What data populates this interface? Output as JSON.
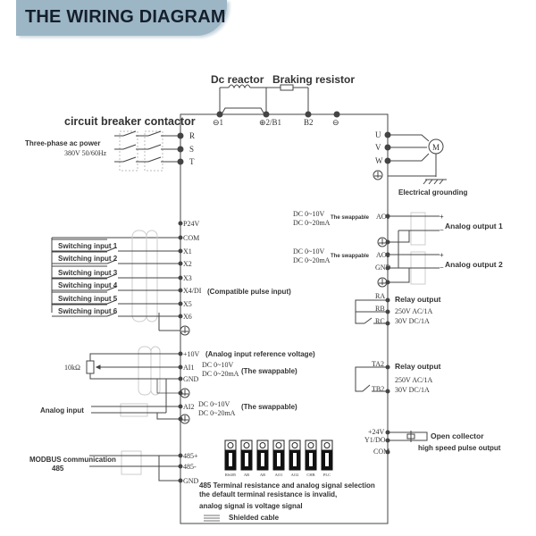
{
  "header": {
    "title": "THE WIRING DIAGRAM",
    "accent": "#9cb6c6"
  },
  "top": {
    "dc_reactor": "Dc reactor",
    "braking_resistor": "Braking resistor",
    "terminals": [
      "⊖1",
      "⊕2/B1",
      "B2",
      "⊖"
    ]
  },
  "power": {
    "breaker_label": "circuit breaker contactor",
    "supply_label": "Three-phase ac power",
    "supply_spec": "380V 50/60Hz",
    "terminals": [
      "R",
      "S",
      "T"
    ]
  },
  "motor": {
    "terminals": [
      "U",
      "V",
      "W"
    ],
    "symbol": "M",
    "ground_label": "Electrical grounding"
  },
  "digital_inputs": {
    "p24v": "P24V",
    "com": "COM",
    "terminals": [
      "X1",
      "X2",
      "X3",
      "X4/DI",
      "X5",
      "X6"
    ],
    "labels": [
      "Switching input 1",
      "Switching input 2",
      "Switching input 3",
      "Switching input 4",
      "Switching input 5",
      "Switching input 6"
    ],
    "x4_note": "(Compatible pulse input)"
  },
  "analog_outputs": {
    "ao1": "AO1",
    "ao2": "AO2",
    "gnd": "GND",
    "range_v": "DC 0~10V",
    "range_ma": "DC 0~20mA",
    "swappable": "The swappable",
    "label1": "Analog output 1",
    "label2": "Analog output 2"
  },
  "relay1": {
    "terminals": [
      "RA",
      "RB",
      "RC"
    ],
    "label": "Relay output",
    "spec_ac": "250V AC/1A",
    "spec_dc": "30V DC/1A"
  },
  "relay2": {
    "terminals": [
      "TA2",
      "TB2"
    ],
    "label": "Relay output",
    "spec_ac": "250V AC/1A",
    "spec_dc": "30V DC/1A"
  },
  "analog_inputs": {
    "ref": "+10V",
    "ref_note": "(Analog input reference voltage)",
    "ai1": "AI1",
    "ai2": "AI2",
    "gnd": "GND",
    "pot": "10kΩ",
    "range_v": "DC 0~10V",
    "range_ma": "DC 0~20mA",
    "swappable": "(The swappable)",
    "analog_input_label": "Analog input"
  },
  "open_collector": {
    "terminals": [
      "+24V",
      "Y1/DO",
      "COM"
    ],
    "label1": "Open collector",
    "label2": "high speed pulse output"
  },
  "modbus": {
    "label1": "MODBUS communication",
    "label2": "485",
    "terminals": [
      "485+",
      "485-",
      "GND"
    ]
  },
  "dip": {
    "labels": [
      "RS485",
      "AB",
      "AB",
      "AO1",
      "AO2",
      "CHB",
      "PLC"
    ]
  },
  "note": {
    "line1": "485 Terminal resistance and analog signal selection",
    "line2": "the default terminal resistance is invalid,",
    "line3": "analog signal is voltage signal"
  },
  "legend": {
    "shielded": "Shielded cable"
  }
}
